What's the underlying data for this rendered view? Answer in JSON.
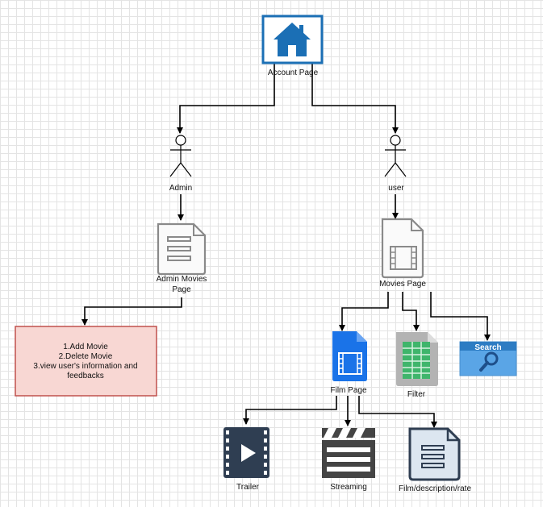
{
  "nodes": {
    "account": {
      "label": "Account Page",
      "icon": "house-icon"
    },
    "admin": {
      "label": "Admin",
      "icon": "stick-figure-icon"
    },
    "user": {
      "label": "user",
      "icon": "stick-figure-icon"
    },
    "admin_movies": {
      "label_line1": "Admin Movies",
      "label_line2": "Page",
      "icon": "document-icon"
    },
    "admin_actions": {
      "lines": [
        "1.Add Movie",
        "2.Delete Movie",
        "3.view user's information and",
        "feedbacks"
      ]
    },
    "movies_page": {
      "label": "Movies Page",
      "icon": "video-file-icon"
    },
    "film_page": {
      "label": "Film Page",
      "icon": "video-file-icon"
    },
    "filter": {
      "label": "Filter",
      "icon": "spreadsheet-icon"
    },
    "search": {
      "label": "Search",
      "icon": "search-icon"
    },
    "trailer": {
      "label": "Trailer",
      "icon": "video-play-icon"
    },
    "streaming": {
      "label": "Streaming",
      "icon": "clapperboard-icon"
    },
    "film_description": {
      "label": "Film/description/rate",
      "icon": "document-icon"
    }
  },
  "colors": {
    "account_border": "#1b6fb5",
    "house_fill": "#1b6fb5",
    "admin_box_fill": "#f8d7d3",
    "admin_box_border": "#c0504d",
    "film_page_fill": "#1a73e8",
    "filter_fill": "#b3b3b3",
    "filter_cells": "#3fb56b",
    "search_fill": "#5aa5e6",
    "search_header": "#2d7cc3",
    "dark_icon": "#2f3e52"
  }
}
